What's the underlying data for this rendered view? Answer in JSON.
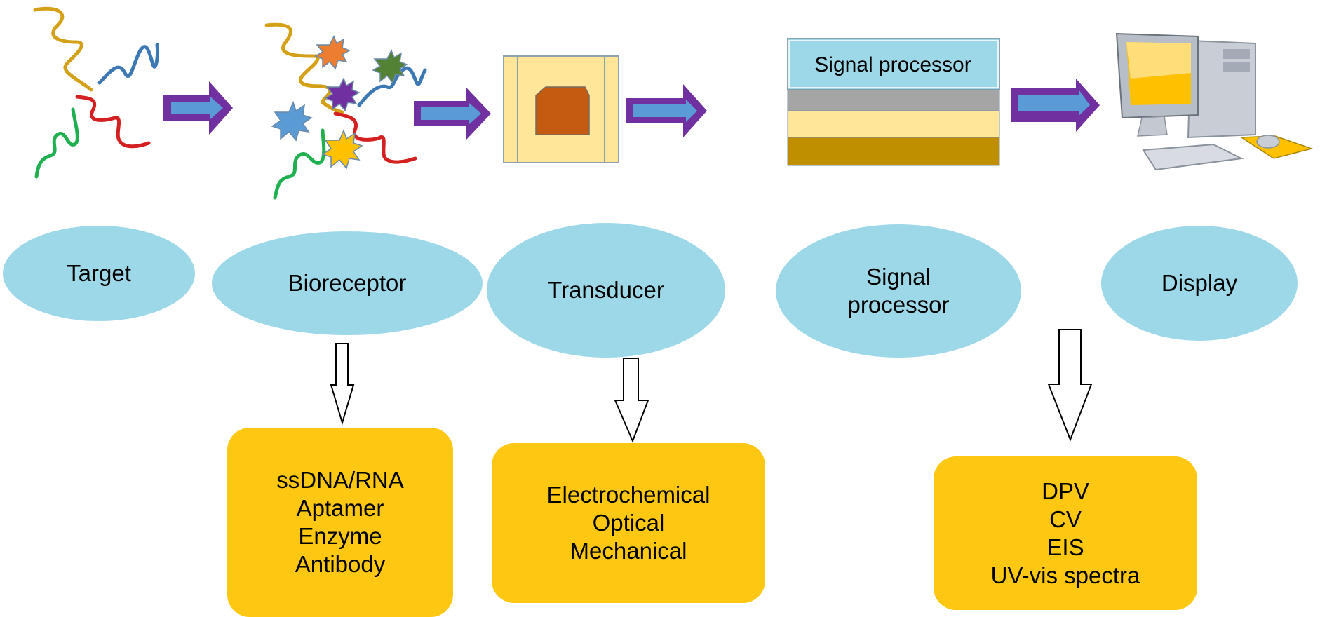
{
  "diagram": {
    "title": "Biosensor components workflow",
    "colors": {
      "flow_arrow_outline": "#7030a0",
      "flow_arrow_fill": "#5b9bd5",
      "ellipse_fill": "#9dd8e8",
      "box_fill": "#fdc712",
      "transducer_frame": "#ffe699",
      "transducer_core": "#c55a11",
      "processor_top": "#9dd8e8",
      "processor_gray": "#a5a5a5",
      "processor_cream": "#ffe699",
      "processor_gold": "#bf8f00",
      "strand_gold": "#d4a017",
      "strand_blue": "#3c78b4",
      "strand_red": "#d42020",
      "strand_green": "#20b050"
    },
    "top_row": {
      "target_icon": "dna-strands-icon",
      "bioreceptor_icon": "strands-with-receptors-icon",
      "transducer_icon": "transducer-chip-icon",
      "signal_processor_label": "Signal processor",
      "display_icon": "desktop-computer-icon"
    },
    "stages": [
      {
        "id": "target",
        "label_lines": [
          "Target"
        ]
      },
      {
        "id": "bioreceptor",
        "label_lines": [
          "Bioreceptor"
        ]
      },
      {
        "id": "transducer",
        "label_lines": [
          "Transducer"
        ]
      },
      {
        "id": "signal-processor",
        "label_lines": [
          "Signal",
          "processor"
        ]
      },
      {
        "id": "display",
        "label_lines": [
          "Display"
        ]
      }
    ],
    "detail_boxes": [
      {
        "id": "bioreceptor-types",
        "items": [
          "ssDNA/RNA",
          "Aptamer",
          "Enzyme",
          "Antibody"
        ]
      },
      {
        "id": "transducer-types",
        "items": [
          "Electrochemical",
          "Optical",
          "Mechanical"
        ]
      },
      {
        "id": "display-methods",
        "items": [
          "DPV",
          "CV",
          "EIS",
          "UV-vis spectra"
        ]
      }
    ]
  }
}
